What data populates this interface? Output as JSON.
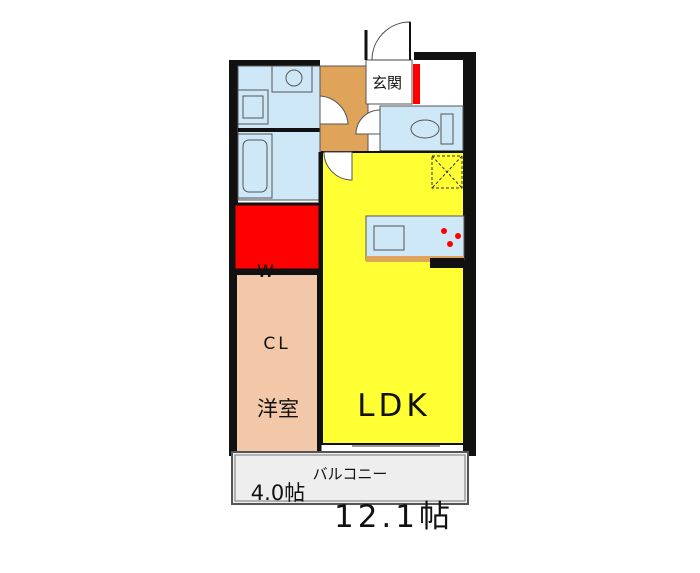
{
  "rooms": {
    "genkan": {
      "label": "玄関"
    },
    "walk_in_closet": {
      "line1": "W－",
      "line2": "CL"
    },
    "western_room": {
      "name": "洋室",
      "size": "4.0帖"
    },
    "ldk": {
      "name": "LDK",
      "size": "12.1帖"
    },
    "balcony": {
      "label": "バルコニー"
    }
  },
  "colors": {
    "ldk_floor": "#ffff33",
    "western_room_floor": "#f2c8a8",
    "closet": "#ff0000",
    "wet_area": "#cfe8f7",
    "entrance_floor": "#e0a35a",
    "balcony_floor": "#eeeeee",
    "wall": "#111111",
    "counter": "#e0a35a"
  }
}
